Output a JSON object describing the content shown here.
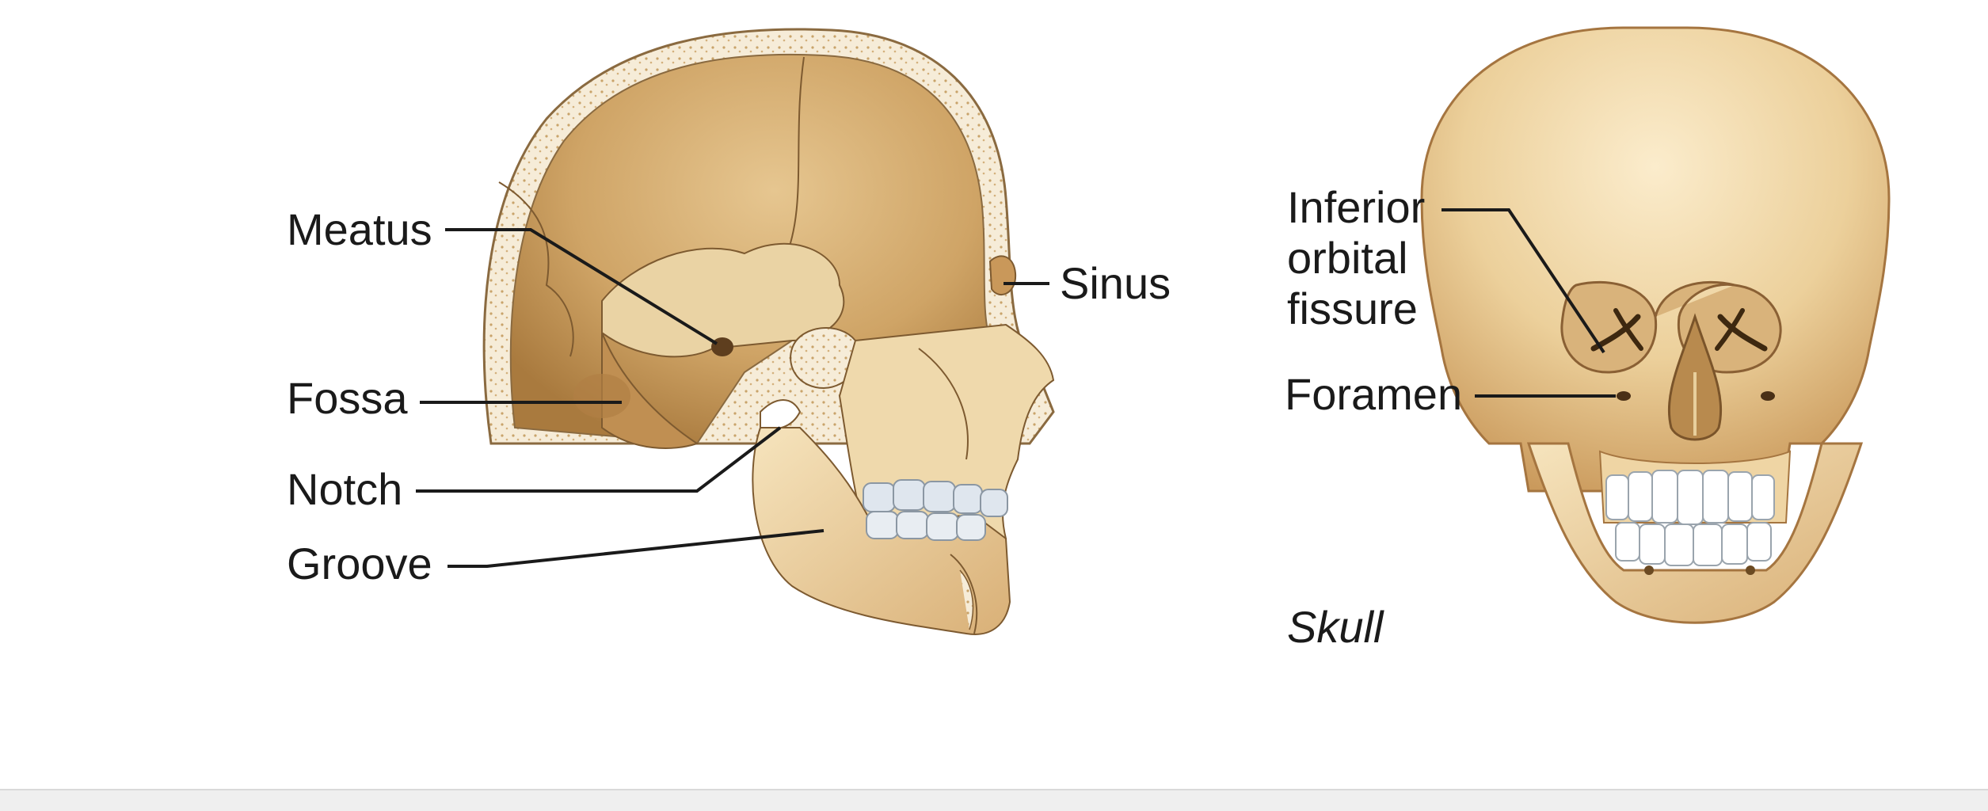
{
  "labels": {
    "meatus": "Meatus",
    "fossa": "Fossa",
    "notch": "Notch",
    "groove": "Groove",
    "sinus": "Sinus",
    "inferior_orbital_fissure": [
      "Inferior",
      "orbital",
      "fissure"
    ],
    "foramen": "Foramen"
  },
  "caption": "Skull",
  "colors": {
    "bone_light": "#f3dfb4",
    "bone_mid": "#dcb77c",
    "bone_dark": "#b98a4c",
    "cranial_interior": "#c99a5a",
    "section_fill": "#f6ecd8",
    "teeth": "#dfe6ee",
    "leader_line": "#1a1a1a"
  },
  "icons": {
    "lateral_view": "sagittal-skull-section",
    "anterior_view": "anterior-skull"
  }
}
